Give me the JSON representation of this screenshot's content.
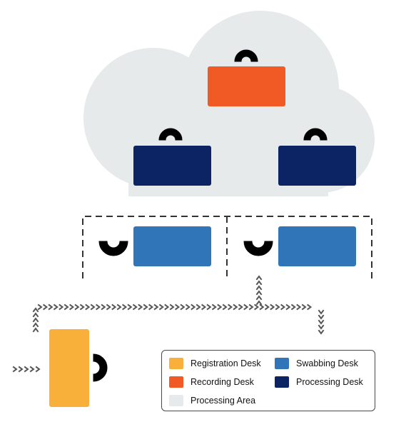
{
  "colors": {
    "registration": "#F9B03A",
    "recording": "#F15A24",
    "processing_area": "#E7EAEA",
    "swabbing": "#2F75B8",
    "processing": "#0C2463",
    "person": "#000000",
    "dashes": "#333333",
    "arrows": "#555555"
  },
  "legend": {
    "items": [
      {
        "label": "Registration Desk",
        "color": "#F9B03A"
      },
      {
        "label": "Swabbing Desk",
        "color": "#2F75B8"
      },
      {
        "label": "Recording Desk",
        "color": "#F15A24"
      },
      {
        "label": "Processing Desk",
        "color": "#0C2463"
      },
      {
        "label": "Processing Area",
        "color": "#E7EAEA"
      }
    ]
  }
}
